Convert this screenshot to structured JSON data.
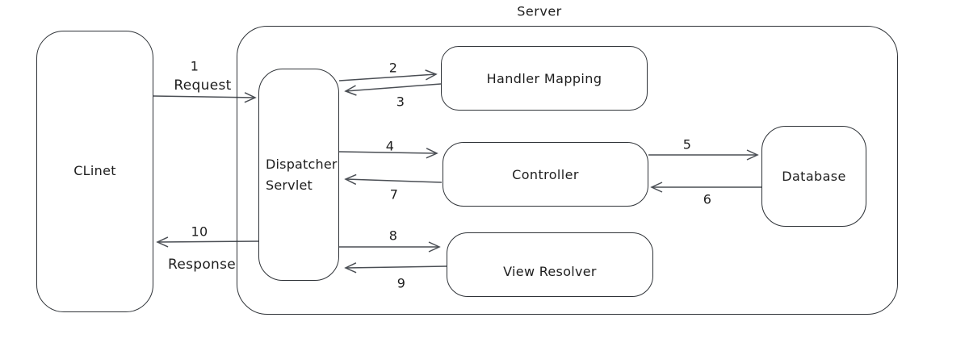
{
  "colors": {
    "ink": "#1e1e1e",
    "box_stroke": "#2f3338",
    "arrow_stroke": "#4a4e54",
    "background": "#ffffff"
  },
  "server": {
    "label": "Server"
  },
  "nodes": {
    "client": {
      "label": "CLinet"
    },
    "dispatcher_servlet": {
      "label": "Dispatcher Servlet"
    },
    "handler_mapping": {
      "label": "Handler Mapping"
    },
    "controller": {
      "label": "Controller"
    },
    "database": {
      "label": "Database"
    },
    "view_resolver": {
      "label": "View Resolver"
    }
  },
  "arrows": {
    "a1": {
      "num": "1",
      "label": "Request",
      "from": "client",
      "to": "dispatcher_servlet"
    },
    "a2": {
      "num": "2",
      "label": "",
      "from": "dispatcher_servlet",
      "to": "handler_mapping"
    },
    "a3": {
      "num": "3",
      "label": "",
      "from": "handler_mapping",
      "to": "dispatcher_servlet"
    },
    "a4": {
      "num": "4",
      "label": "",
      "from": "dispatcher_servlet",
      "to": "controller"
    },
    "a5": {
      "num": "5",
      "label": "",
      "from": "controller",
      "to": "database"
    },
    "a6": {
      "num": "6",
      "label": "",
      "from": "database",
      "to": "controller"
    },
    "a7": {
      "num": "7",
      "label": "",
      "from": "controller",
      "to": "dispatcher_servlet"
    },
    "a8": {
      "num": "8",
      "label": "",
      "from": "dispatcher_servlet",
      "to": "view_resolver"
    },
    "a9": {
      "num": "9",
      "label": "",
      "from": "view_resolver",
      "to": "dispatcher_servlet"
    },
    "a10": {
      "num": "10",
      "label": "Response",
      "from": "dispatcher_servlet",
      "to": "client"
    }
  }
}
